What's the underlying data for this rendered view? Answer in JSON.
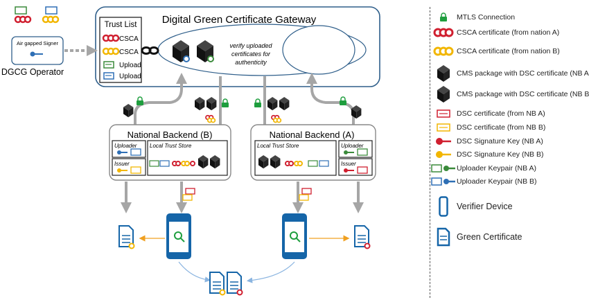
{
  "gateway": {
    "title": "Digital Green Certificate Gateway",
    "verify_text": [
      "verify uploaded",
      "certificates for",
      "authenticity"
    ]
  },
  "trust_list": {
    "title": "Trust List",
    "items": [
      "CSCA",
      "CSCA",
      "Upload",
      "Upload"
    ]
  },
  "operator": {
    "signer_label": "Air gapped Signer",
    "label": "DGCG Operator"
  },
  "backend_b": {
    "title": "National Backend (B)",
    "uploader": "Uploader",
    "issuer": "Issuer",
    "trust_store": "Local Trust Store"
  },
  "backend_a": {
    "title": "National Backend (A)",
    "uploader": "Uploader",
    "issuer": "Issuer",
    "trust_store": "Local Trust Store"
  },
  "legend": [
    {
      "icon": "lock-icon",
      "text": "MTLS Connection"
    },
    {
      "icon": "csca-a-icon",
      "text": "CSCA certificate (from nation A)"
    },
    {
      "icon": "csca-b-icon",
      "text": "CSCA certificate (from nation B)"
    },
    {
      "icon": "cms-package-a-icon",
      "text": "CMS package with DSC certificate (NB A)"
    },
    {
      "icon": "cms-package-b-icon",
      "text": "CMS package with DSC certificate (NB B)"
    },
    {
      "icon": "dsc-a-icon",
      "text": "DSC certificate (from NB A)"
    },
    {
      "icon": "dsc-b-icon",
      "text": "DSC certificate (from NB B)"
    },
    {
      "icon": "key-a-icon",
      "text": "DSC Signature Key (NB A)"
    },
    {
      "icon": "key-b-icon",
      "text": "DSC Signature Key (NB B)"
    },
    {
      "icon": "uploader-keypair-a-icon",
      "text": "Uploader Keypair (NB A)"
    },
    {
      "icon": "uploader-keypair-b-icon",
      "text": "Uploader Keypair (NB B)"
    },
    {
      "icon": "verifier-device-icon",
      "text": "Verifier Device"
    },
    {
      "icon": "green-certificate-icon",
      "text": "Green Certificate"
    }
  ],
  "colors": {
    "gateway_border": "#2e5e8a",
    "nation_a": "#d01f2f",
    "nation_b": "#f2b600",
    "uploader_green": "#3a8a3a",
    "uploader_blue": "#2e6fb5",
    "device_blue": "#1565a8",
    "arrow_gray": "#a6a6a6",
    "lock_green": "#1e9e3e",
    "verify_arrow_orange": "#f0a020",
    "verify_arrow_blue": "#8ab4e0"
  }
}
